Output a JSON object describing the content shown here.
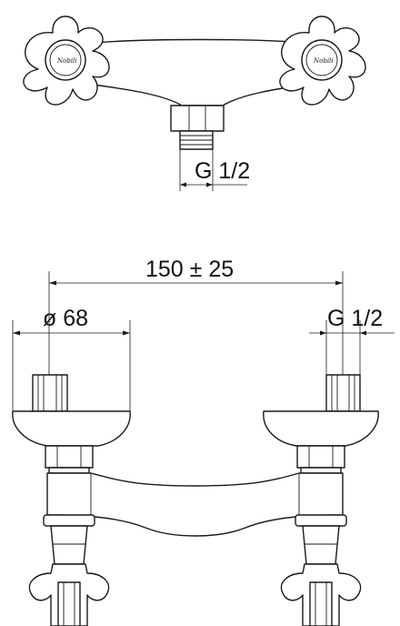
{
  "labels": {
    "top_thread": "G 1/2",
    "center_distance": "150 ± 25",
    "diameter": "ø 68",
    "side_thread": "G 1/2"
  },
  "colors": {
    "line": "#1a1a1a",
    "background": "#ffffff"
  }
}
